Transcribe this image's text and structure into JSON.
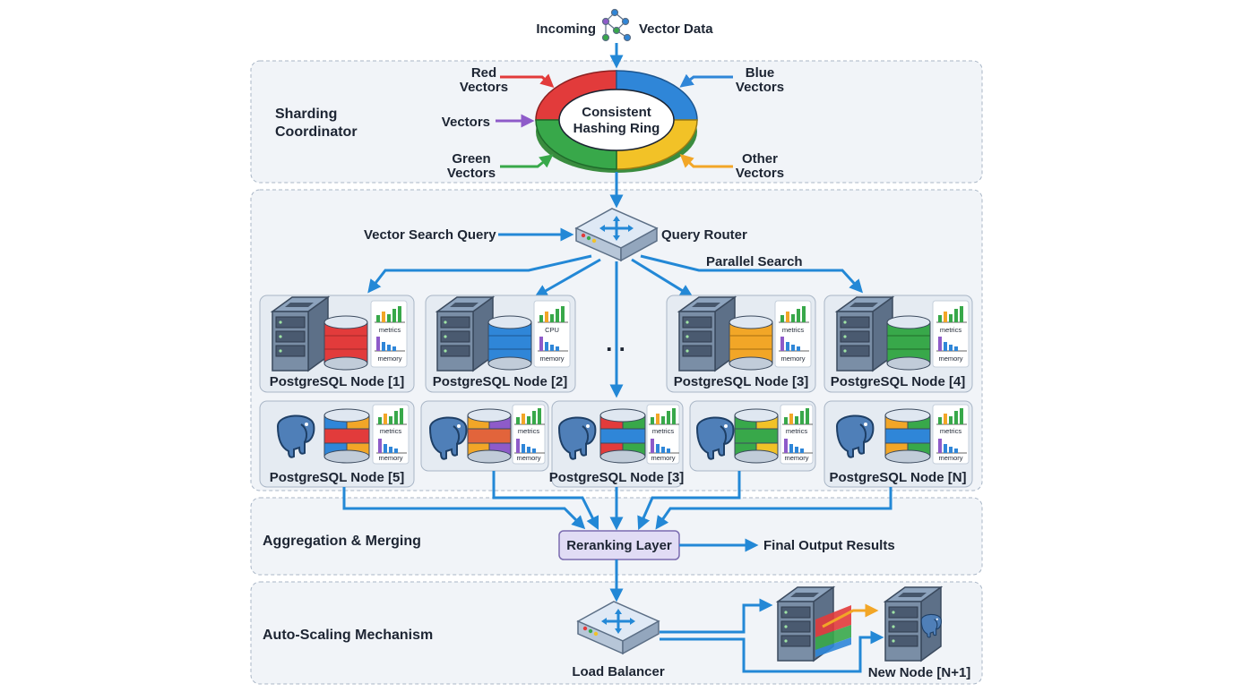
{
  "input": {
    "label_left": "Incoming",
    "label_right": "Vector Data",
    "icon": "network-graph-icon"
  },
  "sharding": {
    "title_line1": "Sharding",
    "title_line2": "Coordinator",
    "ring_line1": "Consistent",
    "ring_line2": "Hashing Ring",
    "red": {
      "line1": "Red",
      "line2": "Vectors"
    },
    "purple": "Vectors",
    "green": {
      "line1": "Green",
      "line2": "Vectors"
    },
    "blue": {
      "line1": "Blue",
      "line2": "Vectors"
    },
    "other": {
      "line1": "Other",
      "line2": "Vectors"
    },
    "colors": {
      "red": "#e23b3b",
      "blue": "#2f86d8",
      "green": "#38a84a",
      "yellow": "#f2c227",
      "purple": "#8e5bc9"
    }
  },
  "routing": {
    "query_label": "Vector Search Query",
    "router_label": "Query Router",
    "parallel_label": "Parallel Search",
    "ellipsis": ". ."
  },
  "nodes_top": [
    {
      "label": "PostgreSQL Node [1]",
      "metric_top": "metrics",
      "metric_bottom": "memory",
      "color": "#e23b3b"
    },
    {
      "label": "PostgreSQL Node [2]",
      "metric_top": "CPU",
      "metric_bottom": "memory",
      "color": "#2f86d8"
    },
    {
      "label": "PostgreSQL Node [3]",
      "metric_top": "metrics",
      "metric_bottom": "memory",
      "color": "#f2a627"
    },
    {
      "label": "PostgreSQL Node [4]",
      "metric_top": "metrics",
      "metric_bottom": "memory",
      "color": "#38a84a"
    }
  ],
  "nodes_bottom": [
    {
      "label": "PostgreSQL Node [5]",
      "metric_top": "metrics",
      "metric_bottom": "memory"
    },
    {
      "label": "",
      "metric_top": "metrics",
      "metric_bottom": "memory"
    },
    {
      "label": "PostgreSQL Node [3]",
      "metric_top": "metrics",
      "metric_bottom": "memory"
    },
    {
      "label": "",
      "metric_top": "metrics",
      "metric_bottom": "memory"
    },
    {
      "label": "PostgreSQL Node [N]",
      "metric_top": "metrics",
      "metric_bottom": "memory"
    }
  ],
  "aggregation": {
    "title": "Aggregation & Merging",
    "rerank": "Reranking Layer",
    "output": "Final Output Results"
  },
  "autoscale": {
    "title": "Auto-Scaling Mechanism",
    "lb": "Load Balancer",
    "new_node": "New Node [N+1]"
  }
}
